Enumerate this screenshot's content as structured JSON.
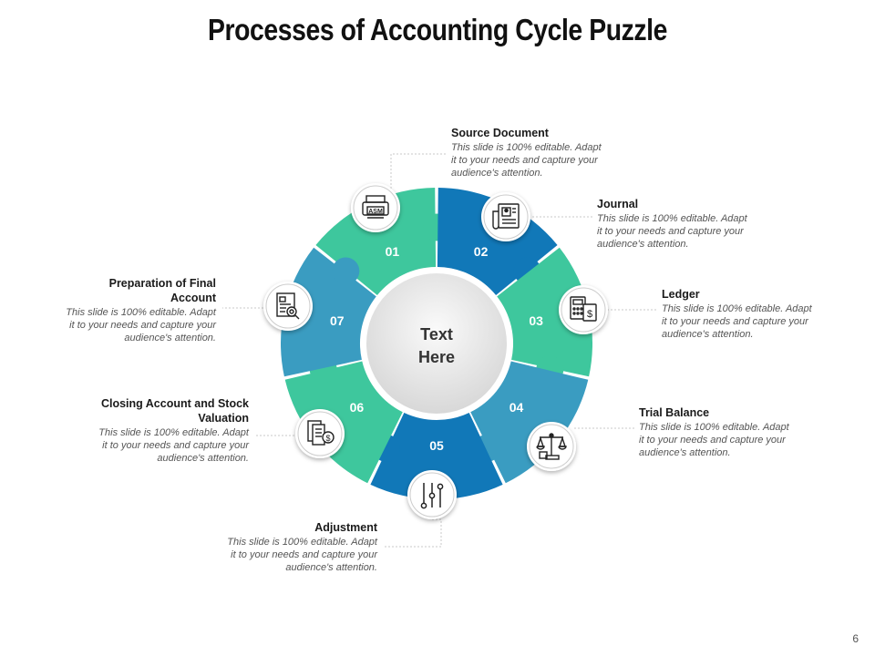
{
  "title": "Processes of Accounting Cycle Puzzle",
  "center_text_line1": "Text",
  "center_text_line2": "Here",
  "page_number": "6",
  "colors": {
    "green": "#3EC79D",
    "dark_blue": "#1178B8",
    "teal_blue": "#3A9CC1",
    "center_fill": "#e6e6e6",
    "connector": "#d9d9d9"
  },
  "segments": [
    {
      "num": "01",
      "color": "green",
      "icon": "printer-icon"
    },
    {
      "num": "02",
      "color": "dark_blue",
      "icon": "newspaper-icon"
    },
    {
      "num": "03",
      "color": "green",
      "icon": "calculator-icon"
    },
    {
      "num": "04",
      "color": "teal_blue",
      "icon": "scales-icon"
    },
    {
      "num": "05",
      "color": "dark_blue",
      "icon": "sliders-icon"
    },
    {
      "num": "06",
      "color": "green",
      "icon": "documents-icon"
    },
    {
      "num": "07",
      "color": "teal_blue",
      "icon": "report-search-icon"
    }
  ],
  "labels": {
    "source_document": {
      "heading": "Source Document",
      "body": [
        "This slide is 100% editable. Adapt",
        "it to your needs and capture your",
        "audience's attention."
      ]
    },
    "journal": {
      "heading": "Journal",
      "body": [
        "This slide is 100% editable. Adapt",
        "it to your needs and capture your",
        "audience's attention."
      ]
    },
    "ledger": {
      "heading": "Ledger",
      "body": [
        "This slide is 100% editable. Adapt",
        "it to your needs and capture your",
        "audience's attention."
      ]
    },
    "trial_balance": {
      "heading": "Trial Balance",
      "body": [
        "This slide is 100% editable. Adapt",
        "it to your needs and capture your",
        "audience's attention."
      ]
    },
    "adjustment": {
      "heading": "Adjustment",
      "body": [
        "This slide is 100% editable. Adapt",
        "it to your needs and capture your",
        "audience's attention."
      ]
    },
    "closing": {
      "heading_line1": "Closing Account and Stock",
      "heading_line2": "Valuation",
      "body": [
        "This slide is 100% editable. Adapt",
        "it to your needs and capture your",
        "audience's attention."
      ]
    },
    "preparation": {
      "heading_line1": "Preparation of Final",
      "heading_line2": "Account",
      "body": [
        "This slide is 100% editable. Adapt",
        "it to your needs and capture your",
        "audience's attention."
      ]
    }
  }
}
